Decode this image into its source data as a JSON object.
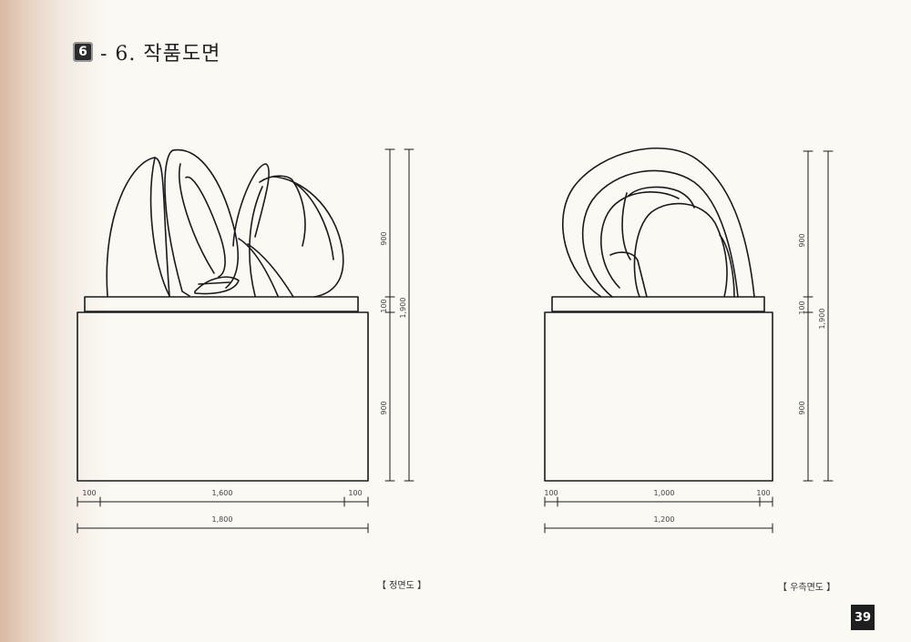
{
  "section": {
    "badge": "6",
    "title": "- 6. 작품도면"
  },
  "left_view": {
    "caption": "【 정면도 】",
    "dims": {
      "top_height": "900",
      "plinth": "100",
      "total_height": "1,900",
      "base_height": "900",
      "left_edge": "100",
      "middle_width": "1,600",
      "right_edge": "100",
      "total_width": "1,800"
    }
  },
  "right_view": {
    "caption": "【 우측면도 】",
    "dims": {
      "top_height": "900",
      "plinth": "100",
      "total_height": "1,900",
      "base_height": "900",
      "left_edge": "100",
      "middle_width": "1,000",
      "right_edge": "100",
      "total_width": "1,200"
    }
  },
  "page_number": "39"
}
